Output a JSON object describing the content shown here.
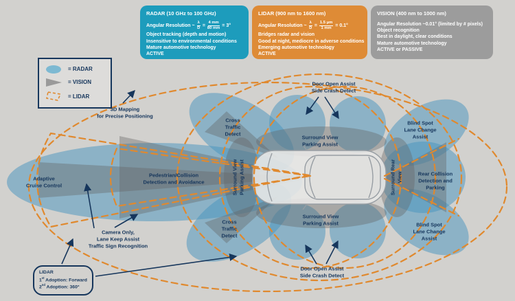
{
  "info_boxes": {
    "radar": {
      "title": "RADAR (10 GHz to 100 GHz)",
      "formula": {
        "prefix": "Angular Resolution ~",
        "f1_num": "λ",
        "f1_den": "D",
        "eq": "=",
        "f2_num": "4 mm",
        "f2_den": "80 mm",
        "result": "= 3°"
      },
      "lines": [
        "Object tracking (depth and motion)",
        "Insensitive to environmental conditions",
        "Mature automotive technology"
      ],
      "mode": "ACTIVE"
    },
    "lidar": {
      "title": "LIDAR (900 nm to 1600 nm)",
      "formula": {
        "prefix": "Angular Resolution ~",
        "f1_num": "λ",
        "f1_den": "D",
        "eq": "=",
        "f2_num": "1.5 μm",
        "f2_den": "1 mm",
        "result": "= 0.1°"
      },
      "lines": [
        "Bridges radar and vision",
        "Good at night, mediocre in adverse conditions",
        "Emerging automotive technology"
      ],
      "mode": "ACTIVE"
    },
    "vision": {
      "title": "VISION (400 nm to 1000 nm)",
      "resolution_line": "Angular Resolution ~0.01° (limited by # pixels)",
      "lines": [
        "Object recognition",
        "Best in daylight, clear conditions",
        "Mature automotive technology"
      ],
      "mode": "ACTIVE or PASSIVE"
    }
  },
  "legend": {
    "items": [
      {
        "icon": "radar-ellipse-icon",
        "label": "= RADAR"
      },
      {
        "icon": "vision-triangle-icon",
        "label": "= VISION"
      },
      {
        "icon": "lidar-dashed-icon",
        "label": "= LIDAR"
      }
    ]
  },
  "zones": {
    "adaptive_cruise": "Adaptive\nCruise Control",
    "pedestrian": "Pedestrian/Collision\nDetection and Avoidance",
    "cross_traffic_top": "Cross\nTraffic\nDetect",
    "cross_traffic_bottom": "Cross\nTraffic\nDetect",
    "door_open_top": "Door Open Assist\nSide Crash Detect",
    "door_open_bottom": "Door Open Assist\nSide Crash Detect",
    "surround_top": "Surround View\nParking Assist",
    "surround_bottom": "Surround View\nParking Assist",
    "surround_left": "Surround View\nParking Assist",
    "surround_rear": "Surround Rear\nView",
    "blind_spot_top": "Blind Spot\nLane Change\nAssist",
    "blind_spot_bottom": "Blind Spot\nLane Change\nAssist",
    "rear_collision": "Rear Collision\nDetection and\nParking"
  },
  "annotations": {
    "mapping_3d": "3D Mapping\nfor Precise Positioning",
    "camera_only": "Camera Only,\nLane Keep Assist\nTraffic Sign Recognition",
    "lidar_adoption": {
      "title": "LIDAR",
      "first_prefix": "1",
      "first_sup": "st",
      "first_text": " Adoption: Forward",
      "second_prefix": "2",
      "second_sup": "nd",
      "second_text": " Adoption: 360°"
    }
  },
  "colors": {
    "radar_box": "#1d9cbc",
    "lidar_box": "#de8b36",
    "vision_box": "#9c9c9c",
    "radar_zone_blue": "#4593bd",
    "vision_zone_gray": "#646464",
    "lidar_dash_orange": "#e0892e",
    "label_navy": "#16365c",
    "background": "#d2d1ce"
  }
}
